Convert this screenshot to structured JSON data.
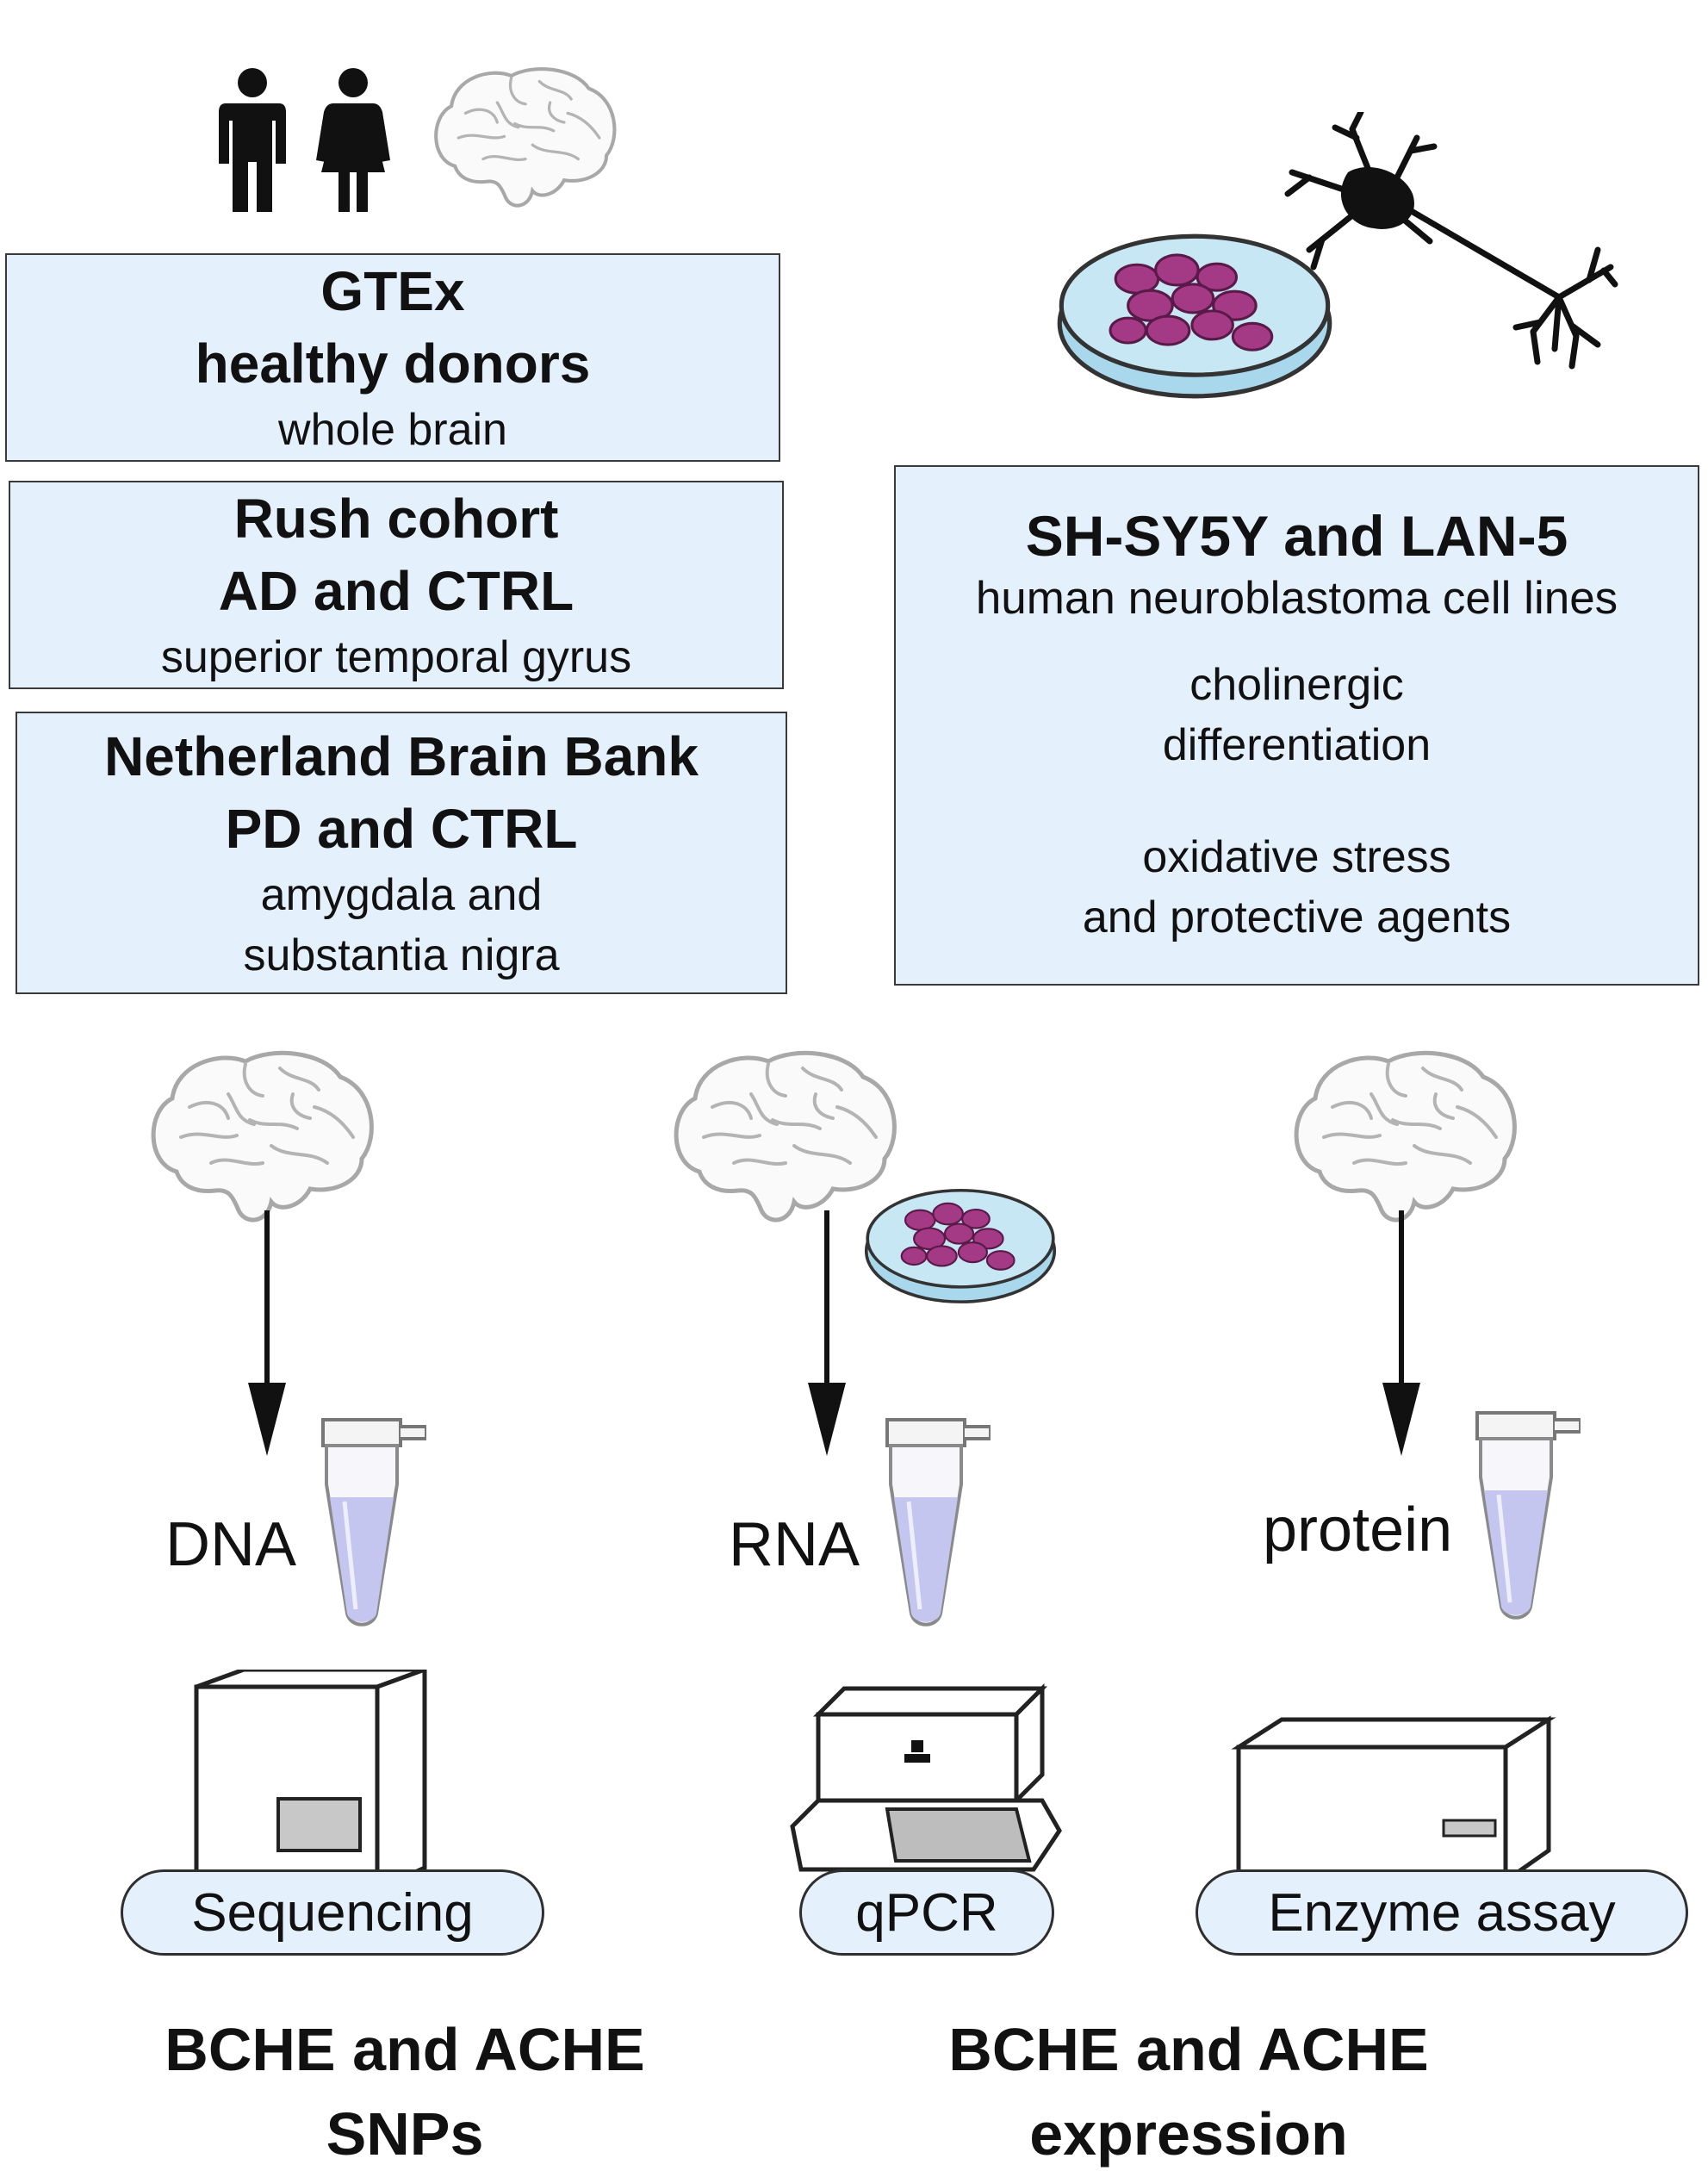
{
  "sources": {
    "gtex": {
      "title1": "GTEx",
      "title2": "healthy donors",
      "sub": "whole brain"
    },
    "rush": {
      "title1": "Rush cohort",
      "title2": "AD and CTRL",
      "sub": "superior temporal gyrus"
    },
    "nbb": {
      "title1": "Netherland Brain Bank",
      "title2": "PD and CTRL",
      "sub1": "amygdala and",
      "sub2": "substantia nigra"
    },
    "cells": {
      "title": "SH-SY5Y and LAN-5",
      "sub": "human neuroblastoma cell lines",
      "line1": "cholinergic",
      "line2": "differentiation",
      "line3": "oxidative stress",
      "line4": "and protective agents"
    }
  },
  "samples": {
    "dna": "DNA",
    "rna": "RNA",
    "protein": "protein"
  },
  "methods": {
    "sequencing": "Sequencing",
    "qpcr": "qPCR",
    "enzyme": "Enzyme assay"
  },
  "outcomes": {
    "snps_1": "BCHE and ACHE",
    "snps_2": "SNPs",
    "expr_1": "BCHE and ACHE",
    "expr_2": "expression"
  },
  "colors": {
    "box_fill": "#e5f0fd",
    "cell_purple": "#a43a86",
    "dish_blue": "#a9d8ec",
    "tube_liquid": "#c4c6ef"
  },
  "icons": [
    "man-icon",
    "woman-icon",
    "brain-icon",
    "neuron-icon",
    "petri-dish-icon",
    "tube-icon",
    "sequencer-icon",
    "qpcr-machine-icon",
    "enzyme-reader-icon"
  ]
}
